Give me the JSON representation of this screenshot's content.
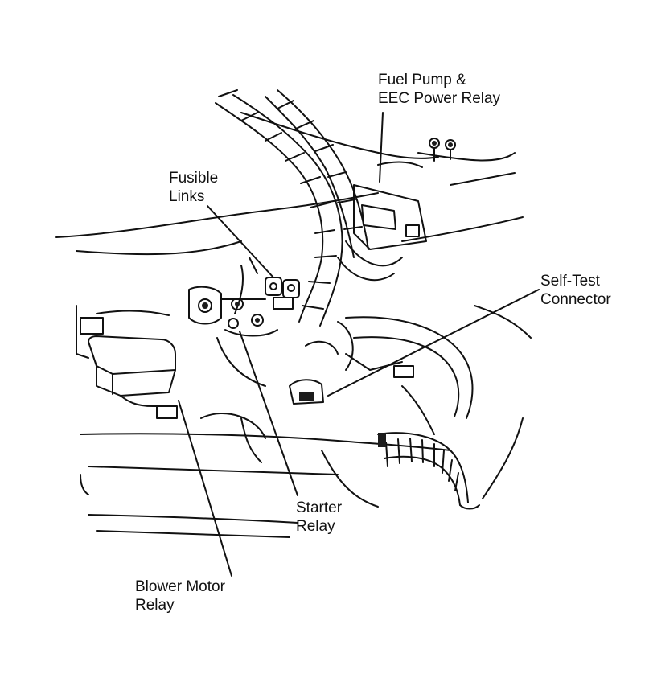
{
  "diagram": {
    "colors": {
      "ink": "#111111",
      "paper": "#ffffff",
      "fill_dark": "#1c1c1c"
    },
    "callouts": {
      "fuel_pump_relay": {
        "line1": "Fuel Pump &",
        "line2": "EEC Power Relay"
      },
      "fusible_links": {
        "line1": "Fusible",
        "line2": "Links"
      },
      "self_test_connector": {
        "line1": "Self-Test",
        "line2": "Connector"
      },
      "starter_relay": {
        "line1": "Starter",
        "line2": "Relay"
      },
      "blower_motor_relay": {
        "line1": "Blower Motor",
        "line2": "Relay"
      }
    }
  }
}
